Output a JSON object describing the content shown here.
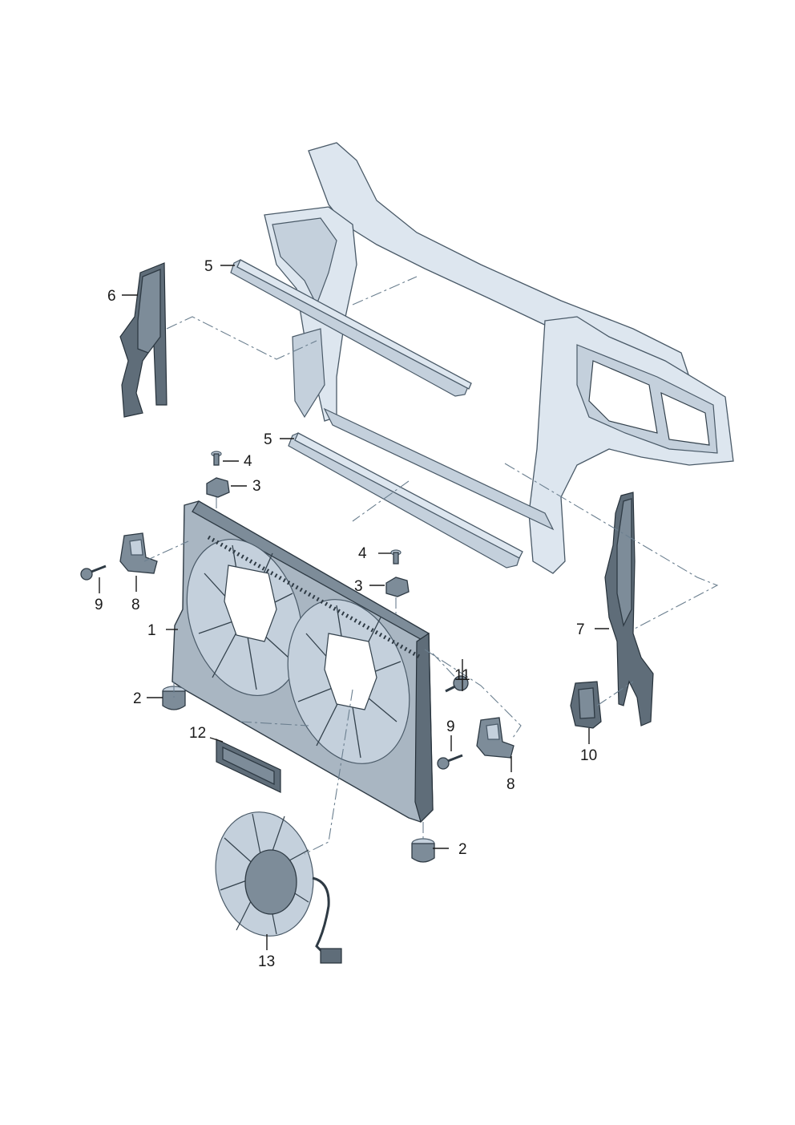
{
  "callouts": {
    "c1": "1",
    "c2a": "2",
    "c2b": "2",
    "c3a": "3",
    "c3b": "3",
    "c4a": "4",
    "c4b": "4",
    "c5a": "5",
    "c5b": "5",
    "c6": "6",
    "c7": "7",
    "c8a": "8",
    "c8b": "8",
    "c9a": "9",
    "c9b": "9",
    "c10": "10",
    "c11": "11",
    "c12": "12",
    "c13": "13"
  }
}
